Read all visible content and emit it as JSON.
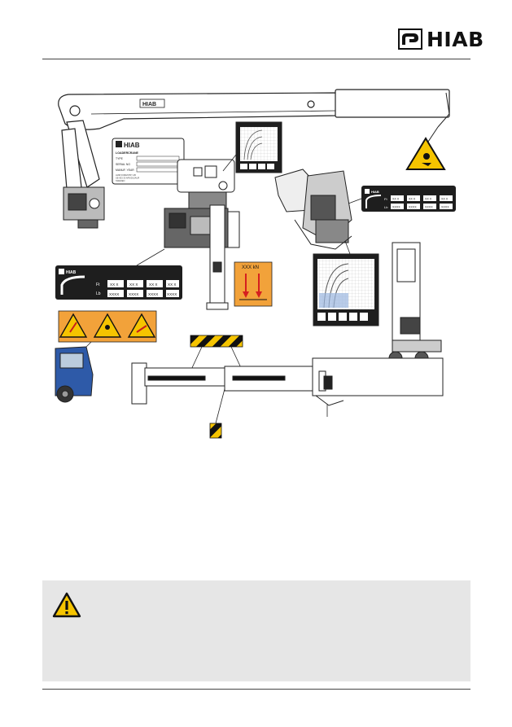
{
  "brand": {
    "name": "HIAB",
    "logo_icon": "hiab-logo-icon"
  },
  "figure": {
    "plate": {
      "brand": "HIAB",
      "title": "LOADERCRANE",
      "fields": [
        "TYPE",
        "SERIAL NO",
        "MANUF. YEAR"
      ],
      "footer": [
        "HIAB FORESTRY AB",
        "SE-933 33 ARVIDSJAUR",
        "SWEDEN"
      ]
    },
    "load_panel": {
      "brand": "HIAB",
      "units": [
        "Ft",
        "Lb"
      ],
      "ft_values": [
        "XX X",
        "XX X",
        "XX X",
        "XX X"
      ],
      "lb_values": [
        "XXXX",
        "XXXX",
        "XXXX",
        "XXXX"
      ]
    },
    "load_panel_small": {
      "brand": "HIAB",
      "units": [
        "Ft",
        "Lb"
      ],
      "ft_values": [
        "XX X",
        "XX X",
        "XX X",
        "XX X"
      ],
      "lb_values": [
        "XXXX",
        "XXXX",
        "XXXX",
        "XXXX"
      ]
    },
    "leg_load_label": "XXX kN"
  },
  "colors": {
    "warning_yellow": "#f5c400",
    "label_orange": "#f2a23a",
    "panel_dark": "#1e1e1e",
    "stripe_black": "#111111",
    "gray_box": "#e6e6e6"
  },
  "icons": [
    "warning-triangle-icon",
    "hiab-logo-icon"
  ]
}
